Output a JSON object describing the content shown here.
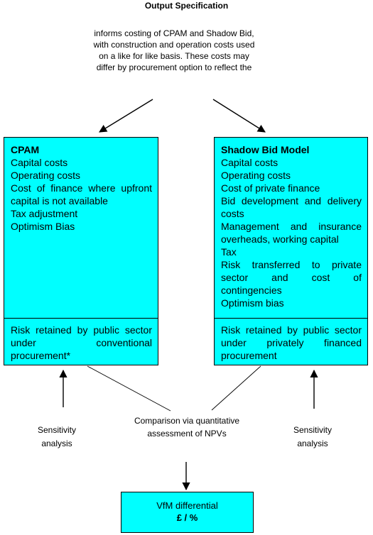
{
  "title": "Output Specification",
  "intro": "informs costing of CPAM and Shadow Bid, with construction and operation costs used on a like for like basis. These costs may differ by procurement option to reflect the",
  "cpam": {
    "heading": "CPAM",
    "items": [
      "Capital costs",
      "Operating costs",
      "Cost of finance where upfront capital is not available",
      "Tax adjustment",
      "Optimism Bias"
    ],
    "risk": "Risk retained by public sector under conventional procurement*"
  },
  "shadow_bid": {
    "heading": "Shadow Bid Model",
    "items": [
      "Capital costs",
      "Operating costs",
      "Cost of private finance",
      "Bid development and delivery costs",
      "Management and insurance overheads, working capital",
      "Tax",
      "Risk transferred to private sector and cost of contingencies",
      "Optimism bias"
    ],
    "risk": "Risk retained by public sector under privately financed procurement"
  },
  "sensitivity_left": "Sensitivity analysis",
  "sensitivity_right": "Sensitivity analysis",
  "comparison": "Comparison via quantitative assessment of NPVs",
  "vfm": {
    "line1": "VfM differential",
    "line2": "£ / %"
  },
  "colors": {
    "box_fill": "#00ffff",
    "stroke": "#000000"
  }
}
